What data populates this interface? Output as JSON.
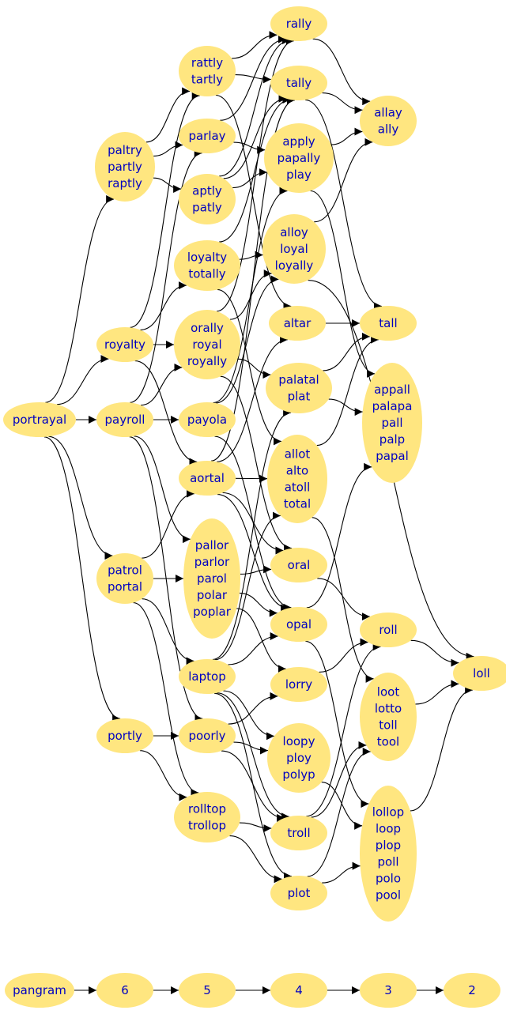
{
  "nodes": [
    {
      "id": "portrayal",
      "lines": [
        "portrayal"
      ]
    },
    {
      "id": "royalty",
      "lines": [
        "royalty"
      ]
    },
    {
      "id": "payroll",
      "lines": [
        "payroll"
      ]
    },
    {
      "id": "patrol",
      "lines": [
        "patrol",
        "portal"
      ]
    },
    {
      "id": "portly",
      "lines": [
        "portly"
      ]
    },
    {
      "id": "paltry",
      "lines": [
        "paltry",
        "partly",
        "raptly"
      ]
    },
    {
      "id": "rattly",
      "lines": [
        "rattly",
        "tartly"
      ]
    },
    {
      "id": "parlay",
      "lines": [
        "parlay"
      ]
    },
    {
      "id": "aptly",
      "lines": [
        "aptly",
        "patly"
      ]
    },
    {
      "id": "loyalty",
      "lines": [
        "loyalty",
        "totally"
      ]
    },
    {
      "id": "orally",
      "lines": [
        "orally",
        "royal",
        "royally"
      ]
    },
    {
      "id": "payola",
      "lines": [
        "payola"
      ]
    },
    {
      "id": "aortal",
      "lines": [
        "aortal"
      ]
    },
    {
      "id": "pallor",
      "lines": [
        "pallor",
        "parlor",
        "parol",
        "polar",
        "poplar"
      ]
    },
    {
      "id": "laptop",
      "lines": [
        "laptop"
      ]
    },
    {
      "id": "poorly",
      "lines": [
        "poorly"
      ]
    },
    {
      "id": "rolltop",
      "lines": [
        "rolltop",
        "trollop"
      ]
    },
    {
      "id": "rally",
      "lines": [
        "rally"
      ]
    },
    {
      "id": "tally",
      "lines": [
        "tally"
      ]
    },
    {
      "id": "apply",
      "lines": [
        "apply",
        "papally",
        "play"
      ]
    },
    {
      "id": "alloy",
      "lines": [
        "alloy",
        "loyal",
        "loyally"
      ]
    },
    {
      "id": "altar",
      "lines": [
        "altar"
      ]
    },
    {
      "id": "palatal",
      "lines": [
        "palatal",
        "plat"
      ]
    },
    {
      "id": "allot",
      "lines": [
        "allot",
        "alto",
        "atoll",
        "total"
      ]
    },
    {
      "id": "oral",
      "lines": [
        "oral"
      ]
    },
    {
      "id": "opal",
      "lines": [
        "opal"
      ]
    },
    {
      "id": "lorry",
      "lines": [
        "lorry"
      ]
    },
    {
      "id": "loopy",
      "lines": [
        "loopy",
        "ploy",
        "polyp"
      ]
    },
    {
      "id": "troll",
      "lines": [
        "troll"
      ]
    },
    {
      "id": "plot",
      "lines": [
        "plot"
      ]
    },
    {
      "id": "allay",
      "lines": [
        "allay",
        "ally"
      ]
    },
    {
      "id": "tall",
      "lines": [
        "tall"
      ]
    },
    {
      "id": "appall",
      "lines": [
        "appall",
        "palapa",
        "pall",
        "palp",
        "papal"
      ]
    },
    {
      "id": "roll",
      "lines": [
        "roll"
      ]
    },
    {
      "id": "loot",
      "lines": [
        "loot",
        "lotto",
        "toll",
        "tool"
      ]
    },
    {
      "id": "lollop",
      "lines": [
        "lollop",
        "loop",
        "plop",
        "poll",
        "polo",
        "pool"
      ]
    },
    {
      "id": "loll",
      "lines": [
        "loll"
      ]
    },
    {
      "id": "pangram",
      "lines": [
        "pangram"
      ]
    },
    {
      "id": "six",
      "lines": [
        "6"
      ]
    },
    {
      "id": "five",
      "lines": [
        "5"
      ]
    },
    {
      "id": "four",
      "lines": [
        "4"
      ]
    },
    {
      "id": "three",
      "lines": [
        "3"
      ]
    },
    {
      "id": "two",
      "lines": [
        "2"
      ]
    }
  ],
  "edges": [
    [
      "portrayal",
      "royalty"
    ],
    [
      "portrayal",
      "payroll"
    ],
    [
      "portrayal",
      "patrol"
    ],
    [
      "portrayal",
      "portly"
    ],
    [
      "portrayal",
      "paltry"
    ],
    [
      "paltry",
      "rattly"
    ],
    [
      "paltry",
      "parlay"
    ],
    [
      "paltry",
      "aptly"
    ],
    [
      "royalty",
      "rattly"
    ],
    [
      "royalty",
      "loyalty"
    ],
    [
      "royalty",
      "orally"
    ],
    [
      "royalty",
      "aortal"
    ],
    [
      "payroll",
      "parlay"
    ],
    [
      "payroll",
      "orally"
    ],
    [
      "payroll",
      "payola"
    ],
    [
      "payroll",
      "pallor"
    ],
    [
      "payroll",
      "poorly"
    ],
    [
      "patrol",
      "aortal"
    ],
    [
      "patrol",
      "pallor"
    ],
    [
      "patrol",
      "laptop"
    ],
    [
      "patrol",
      "rolltop"
    ],
    [
      "portly",
      "poorly"
    ],
    [
      "portly",
      "rolltop"
    ],
    [
      "rattly",
      "rally"
    ],
    [
      "rattly",
      "tally"
    ],
    [
      "rattly",
      "altar"
    ],
    [
      "parlay",
      "rally"
    ],
    [
      "parlay",
      "apply"
    ],
    [
      "aptly",
      "rally"
    ],
    [
      "aptly",
      "tally"
    ],
    [
      "aptly",
      "apply"
    ],
    [
      "loyalty",
      "tally"
    ],
    [
      "loyalty",
      "alloy"
    ],
    [
      "loyalty",
      "allot"
    ],
    [
      "orally",
      "rally"
    ],
    [
      "orally",
      "alloy"
    ],
    [
      "orally",
      "oral"
    ],
    [
      "orally",
      "palatal"
    ],
    [
      "payola",
      "apply"
    ],
    [
      "payola",
      "alloy"
    ],
    [
      "payola",
      "opal"
    ],
    [
      "aortal",
      "tally"
    ],
    [
      "aortal",
      "altar"
    ],
    [
      "aortal",
      "allot"
    ],
    [
      "aortal",
      "oral"
    ],
    [
      "aortal",
      "opal"
    ],
    [
      "pallor",
      "oral"
    ],
    [
      "pallor",
      "opal"
    ],
    [
      "pallor",
      "lorry"
    ],
    [
      "laptop",
      "palatal"
    ],
    [
      "laptop",
      "allot"
    ],
    [
      "laptop",
      "opal"
    ],
    [
      "laptop",
      "loopy"
    ],
    [
      "laptop",
      "troll"
    ],
    [
      "laptop",
      "plot"
    ],
    [
      "poorly",
      "lorry"
    ],
    [
      "poorly",
      "loopy"
    ],
    [
      "poorly",
      "troll"
    ],
    [
      "rolltop",
      "troll"
    ],
    [
      "rolltop",
      "plot"
    ],
    [
      "rally",
      "allay"
    ],
    [
      "tally",
      "allay"
    ],
    [
      "tally",
      "tall"
    ],
    [
      "apply",
      "allay"
    ],
    [
      "apply",
      "appall"
    ],
    [
      "alloy",
      "allay"
    ],
    [
      "alloy",
      "loll"
    ],
    [
      "altar",
      "tall"
    ],
    [
      "palatal",
      "tall"
    ],
    [
      "palatal",
      "appall"
    ],
    [
      "allot",
      "tall"
    ],
    [
      "allot",
      "loot"
    ],
    [
      "oral",
      "roll"
    ],
    [
      "opal",
      "appall"
    ],
    [
      "opal",
      "lollop"
    ],
    [
      "lorry",
      "roll"
    ],
    [
      "loopy",
      "lollop"
    ],
    [
      "troll",
      "roll"
    ],
    [
      "troll",
      "loot"
    ],
    [
      "plot",
      "loot"
    ],
    [
      "plot",
      "lollop"
    ],
    [
      "roll",
      "loll"
    ],
    [
      "loot",
      "loll"
    ],
    [
      "lollop",
      "loll"
    ],
    [
      "pangram",
      "six"
    ],
    [
      "six",
      "five"
    ],
    [
      "five",
      "four"
    ],
    [
      "four",
      "three"
    ],
    [
      "three",
      "two"
    ]
  ]
}
